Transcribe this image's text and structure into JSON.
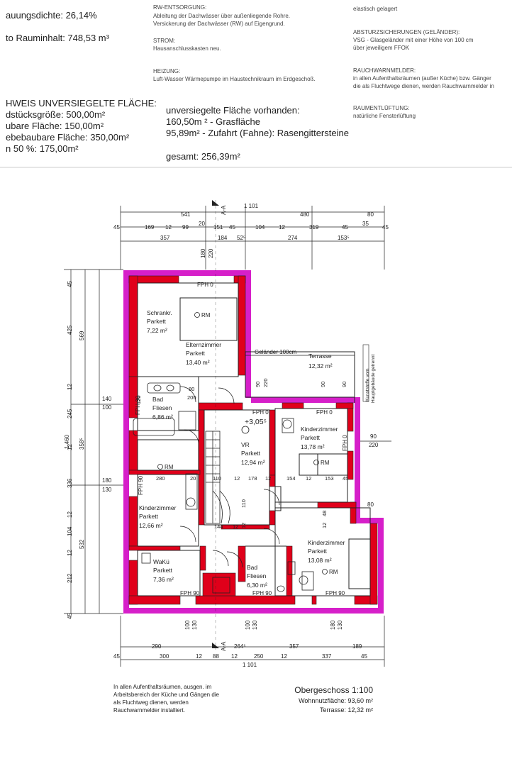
{
  "header": {
    "col1": {
      "bebauungsdichte": "auungsdichte: 26,14%",
      "rauminhalt": "to Rauminhalt: 748,53 m³",
      "nachweis_title": "HWEIS UNVERSIEGELTE FLÄCHE:",
      "grund": "dstücksgröße: 500,00m²",
      "bebaut": "ubare Fläche: 150,00m²",
      "unbebaut": "ebebaubare Fläche: 350,00m²",
      "fuenfzig": "n 50 %: 175,00m²"
    },
    "col2": {
      "rw_title": "RW-ENTSORGUNG:",
      "rw_1": "Ableitung der Dachwässer über außenliegende Rohre.",
      "rw_2": "Versickerung der Dachwässer (RW) auf Eigengrund.",
      "strom_title": "STROM:",
      "strom_1": "Hausanschlusskasten neu.",
      "heiz_title": "HEIZUNG:",
      "heiz_1": "Luft-Wasser Wärmepumpe im Haustechnikraum im Erdgeschoß.",
      "unv_title": "unversiegelte Fläche vorhanden:",
      "gras": "160,50m ² - Grasfläche",
      "zufahrt": "95,89m² - Zufahrt (Fahne): Rasengittersteine",
      "gesamt": "gesamt: 256,39m²"
    },
    "col3": {
      "elast": "elastisch gelagert",
      "abst_title": "ABSTURZSICHERUNGEN (GELÄNDER):",
      "abst_1": "VSG - Glasgeländer mit einer Höhe von 100 cm",
      "abst_2": "über jeweiligem FFOK",
      "rauch_title": "RAUCHWARNMELDER:",
      "rauch_1": "in allen Aufenthaltsräumen (außer Küche) bzw. Gänger",
      "rauch_2": "die als Fluchtwege dienen, werden Rauchwarnmelder in",
      "lueft_title": "RAUMENTLÜFTUNG:",
      "lueft_1": "natürliche Fensterlüftung"
    }
  },
  "rooms": {
    "schrank": [
      "Schrankr.",
      "Parkett",
      "7,22 m²"
    ],
    "eltern": [
      "Elternzimmer",
      "Parkett",
      "13,40 m²"
    ],
    "terrasse": [
      "Terrasse",
      "12,32 m²"
    ],
    "gelaender": "Geländer 100cm",
    "bad1": [
      "Bad",
      "Fliesen",
      "6,86 m²"
    ],
    "vr": [
      "VR",
      "Parkett",
      "12,94 m²"
    ],
    "kinder1": [
      "Kinderzimmer",
      "Parkett",
      "13,78 m²"
    ],
    "kinder2": [
      "Kinderzimmer",
      "Parkett",
      "12,66 m²"
    ],
    "kinder3": [
      "Kinderzimmer",
      "Parkett",
      "13,08 m²"
    ],
    "waku": [
      "WaKü",
      "Parkett",
      "7,36 m²"
    ],
    "bad2": [
      "Bad",
      "Fliesen",
      "6,30 m²"
    ],
    "level": "+3,05⁵",
    "rm": "RM",
    "fph0": "FPH 0",
    "fph90": "FPH 90",
    "kunststoff": "Kunststoffe vom",
    "hauptgebaeude": "Hauptgebäude getrennt",
    "section": "A-A"
  },
  "dims": {
    "top_total": "1 101",
    "top_row1": [
      "541",
      "480",
      "80"
    ],
    "top_row2": [
      "45",
      "169",
      "12",
      "99",
      "20",
      "151",
      "45",
      "104",
      "12",
      "319",
      "45",
      "35",
      "45"
    ],
    "top_row3": [
      "357",
      "184",
      "52⁵",
      "274",
      "153⁵"
    ],
    "top_door": [
      "180",
      "220"
    ],
    "left_outer": "1.460",
    "left_mid": [
      "569",
      "358⁵",
      "532"
    ],
    "left_inner": [
      "45",
      "425",
      "12",
      "245",
      "12",
      "336",
      "12",
      "104",
      "12",
      "212",
      "45"
    ],
    "left_win": [
      [
        "140",
        "100"
      ],
      [
        "180",
        "130"
      ]
    ],
    "right_win": [
      [
        "90",
        "220"
      ]
    ],
    "right_80": "80",
    "bottom_row1": [
      "290",
      "264⁵",
      "357",
      "189"
    ],
    "bottom_row2": [
      "45",
      "300",
      "12",
      "88",
      "12",
      "250",
      "12",
      "337",
      "45"
    ],
    "bottom_total": "1 101",
    "bottom_win": [
      [
        "100",
        "130"
      ],
      [
        "100",
        "130"
      ],
      [
        "180",
        "130"
      ]
    ],
    "inner": [
      "280",
      "20",
      "110",
      "12",
      "178",
      "12",
      "154",
      "12",
      "153",
      "45",
      "144",
      "12",
      "110",
      "12",
      "48",
      "12",
      "90",
      "220",
      "80",
      "200",
      "90",
      "120",
      "90"
    ]
  },
  "footer": {
    "note_1": "In allen Aufenthaltsräumen, ausgen. im",
    "note_2": "Arbeitsbereich der Küche und Gängen die",
    "note_3": "als Fluchtweg dienen, werden",
    "note_4": "Rauchwarnmelder installiert.",
    "title": "Obergeschoss 1:100",
    "wohn": "Wohnnutzfläche: 93,60 m²",
    "terr": "Terrasse: 12,32 m²"
  },
  "colors": {
    "wall_red": "#e0001a",
    "insulation_magenta": "#d61fc9",
    "line": "#222222"
  }
}
